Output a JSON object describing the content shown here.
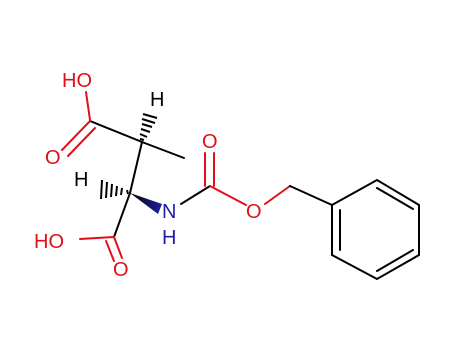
{
  "structure": {
    "labels": {
      "top_oh": "HO",
      "top_o": "O",
      "top_h": "H",
      "mid_h": "H",
      "nh_n": "N",
      "nh_h": "H",
      "carbamate_o_top": "O",
      "carbamate_o_ester": "O",
      "bottom_oh": "HO",
      "bottom_o": "O"
    },
    "colors": {
      "bond": "#000000",
      "oxygen": "#e0101a",
      "nitrogen": "#1f1fa8",
      "hydrogen": "#000000"
    }
  }
}
